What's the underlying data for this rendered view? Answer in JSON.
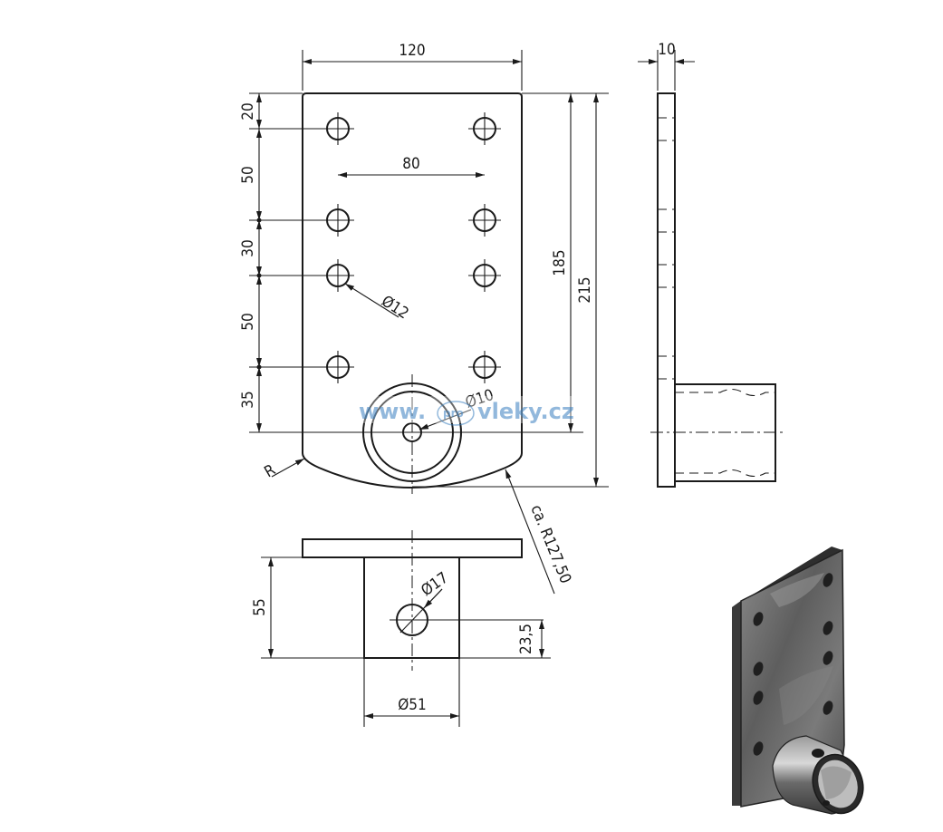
{
  "dimensions": {
    "width_top": "120",
    "hole_spacing": "80",
    "thickness": "10",
    "h20": "20",
    "h50a": "50",
    "h30": "30",
    "h50b": "50",
    "h35": "35",
    "h185": "185",
    "h215": "215",
    "hole_dia": "Ø12",
    "tube_hole_dia": "Ø10",
    "radius_r": "R",
    "radius_arc": "ca. R127,50",
    "tube_height": "55",
    "tube_side_hole": "Ø17",
    "side_hole_offset": "23,5",
    "tube_dia": "Ø51"
  },
  "watermark": {
    "www": "www.",
    "pro": "pro",
    "domain": "vleky.cz"
  },
  "colors": {
    "line": "#1a1a1a",
    "watermark": "#3a7fc0",
    "photo_plate": "#5a5a5a"
  }
}
